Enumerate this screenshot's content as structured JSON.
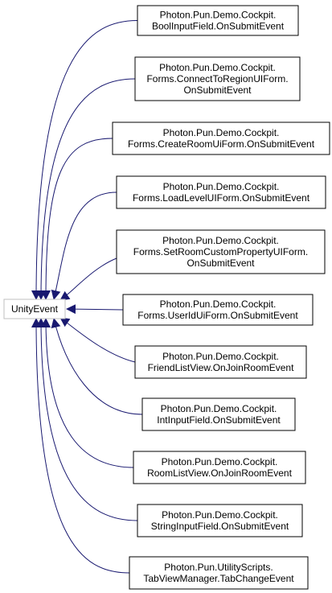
{
  "diagram": {
    "root": {
      "label": "UnityEvent"
    },
    "nodes": [
      {
        "id": "bool-input-field",
        "lines": [
          "Photon.Pun.Demo.Cockpit.",
          "BoolInputField.OnSubmitEvent"
        ]
      },
      {
        "id": "connect-to-region-uiform",
        "lines": [
          "Photon.Pun.Demo.Cockpit.",
          "Forms.ConnectToRegionUIForm.",
          "OnSubmitEvent"
        ]
      },
      {
        "id": "create-room-uiform",
        "lines": [
          "Photon.Pun.Demo.Cockpit.",
          "Forms.CreateRoomUiForm.OnSubmitEvent"
        ]
      },
      {
        "id": "load-level-uiform",
        "lines": [
          "Photon.Pun.Demo.Cockpit.",
          "Forms.LoadLevelUIForm.OnSubmitEvent"
        ]
      },
      {
        "id": "set-room-custom-property-uiform",
        "lines": [
          "Photon.Pun.Demo.Cockpit.",
          "Forms.SetRoomCustomPropertyUIForm.",
          "OnSubmitEvent"
        ]
      },
      {
        "id": "userid-uiform",
        "lines": [
          "Photon.Pun.Demo.Cockpit.",
          "Forms.UserIdUiForm.OnSubmitEvent"
        ]
      },
      {
        "id": "friend-list-view",
        "lines": [
          "Photon.Pun.Demo.Cockpit.",
          "FriendListView.OnJoinRoomEvent"
        ]
      },
      {
        "id": "int-input-field",
        "lines": [
          "Photon.Pun.Demo.Cockpit.",
          "IntInputField.OnSubmitEvent"
        ]
      },
      {
        "id": "room-list-view",
        "lines": [
          "Photon.Pun.Demo.Cockpit.",
          "RoomListView.OnJoinRoomEvent"
        ]
      },
      {
        "id": "string-input-field",
        "lines": [
          "Photon.Pun.Demo.Cockpit.",
          "StringInputField.OnSubmitEvent"
        ]
      },
      {
        "id": "tab-view-manager",
        "lines": [
          "Photon.Pun.UtilityScripts.",
          "TabViewManager.TabChangeEvent"
        ]
      }
    ],
    "colors": {
      "edge": "#191970",
      "node_border": "#000000",
      "root_border": "#bfbfbf",
      "background": "#ffffff"
    }
  }
}
